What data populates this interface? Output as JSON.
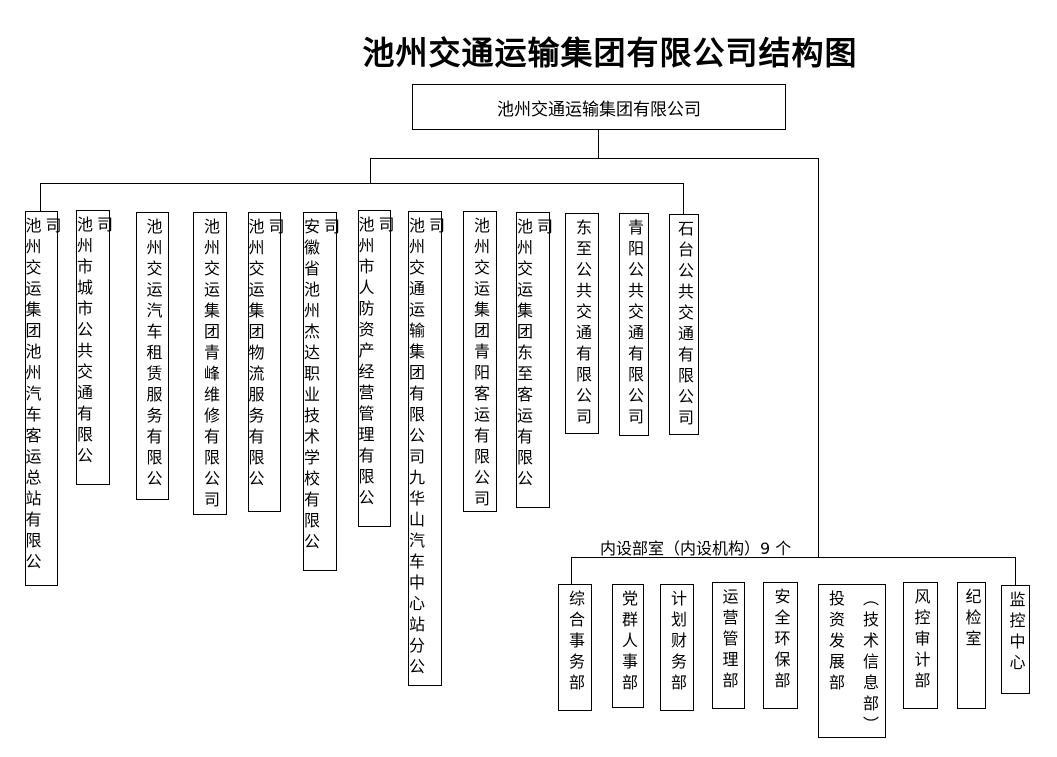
{
  "title": "池州交通运输集团有限公司结构图",
  "root": "池州交通运输集团有限公司",
  "subsidiaries": [
    "池州交运集团池州汽车客运总站有限公司",
    "池州市城市公共交通有限公司",
    "池州交运汽车租赁服务有限公",
    "池州交运集团青峰维修有限公司",
    "池州交运集团物流服务有限公司",
    "安徽省池州杰达职业技术学校有限公司",
    "池州市人防资产经营管理有限公司",
    "池州交通运输集团有限公司九华山汽车中心站分公司",
    "池州交运集团青阳客运有限公司",
    "池州交运集团东至客运有限公司",
    "东至公共交通有限公司",
    "青阳公共交通有限公司",
    "石台公共交通有限公司"
  ],
  "departments_label": "内设部室（内设机构）9 个",
  "departments": [
    "综合事务部",
    "党群人事部",
    "计划财务部",
    "运营管理部",
    "安全环保部",
    "投资发展部",
    "风控审计部",
    "纪检室",
    "监控中心"
  ],
  "department_6_note": "（技术信息部）"
}
